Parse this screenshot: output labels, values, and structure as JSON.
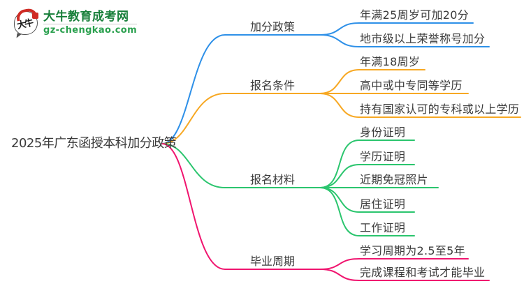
{
  "logo": {
    "mark_text": "大牛",
    "title": "大牛教育成考网",
    "domain": "gz-chengkao.com",
    "title_color": "#187f3a",
    "domain_color": "#2aa04e",
    "seal_color": "#cf2b24"
  },
  "mindmap": {
    "root": {
      "label": "2025年广东函授本科加分政策"
    },
    "branches": [
      {
        "label": "加分政策",
        "color": "#2e90e8",
        "children": [
          "年满25周岁可加20分",
          "地市级以上荣誉称号加分"
        ]
      },
      {
        "label": "报名条件",
        "color": "#f7a823",
        "children": [
          "年满18周岁",
          "高中或中专同等学历",
          "持有国家认可的专科或以上学历"
        ]
      },
      {
        "label": "报名材料",
        "color": "#2bc56e",
        "children": [
          "身份证明",
          "学历证明",
          "近期免冠照片",
          "居住证明",
          "工作证明"
        ]
      },
      {
        "label": "毕业周期",
        "color": "#f0156f",
        "children": [
          "学习周期为2.5至5年",
          "完成课程和考试才能毕业"
        ]
      }
    ],
    "text_color": "#3b3b3b",
    "background": "#ffffff"
  }
}
